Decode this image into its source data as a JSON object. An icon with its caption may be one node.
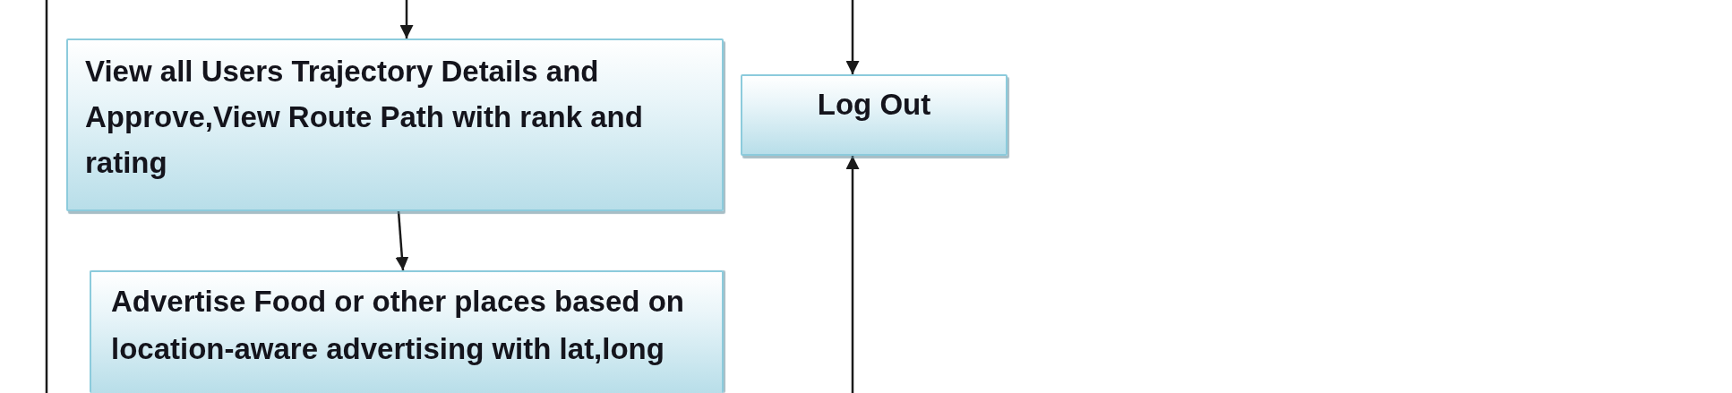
{
  "diagram": {
    "nodes": [
      {
        "text": [
          "View all Users Trajectory Details and Approve,View Route Path with rank and rating"
        ]
      },
      {
        "text": [
          "Log Out"
        ]
      },
      {
        "text": [
          "Advertise Food or other places based on location-aware advertising with lat,long"
        ]
      }
    ],
    "edges": [
      {
        "from": null,
        "to": 0,
        "arrow": "to"
      },
      {
        "from": null,
        "to": 1,
        "arrow": "to"
      },
      {
        "from": 0,
        "to": 2,
        "arrow": "to"
      },
      {
        "from": null,
        "to": 1,
        "arrow": "to"
      }
    ]
  }
}
